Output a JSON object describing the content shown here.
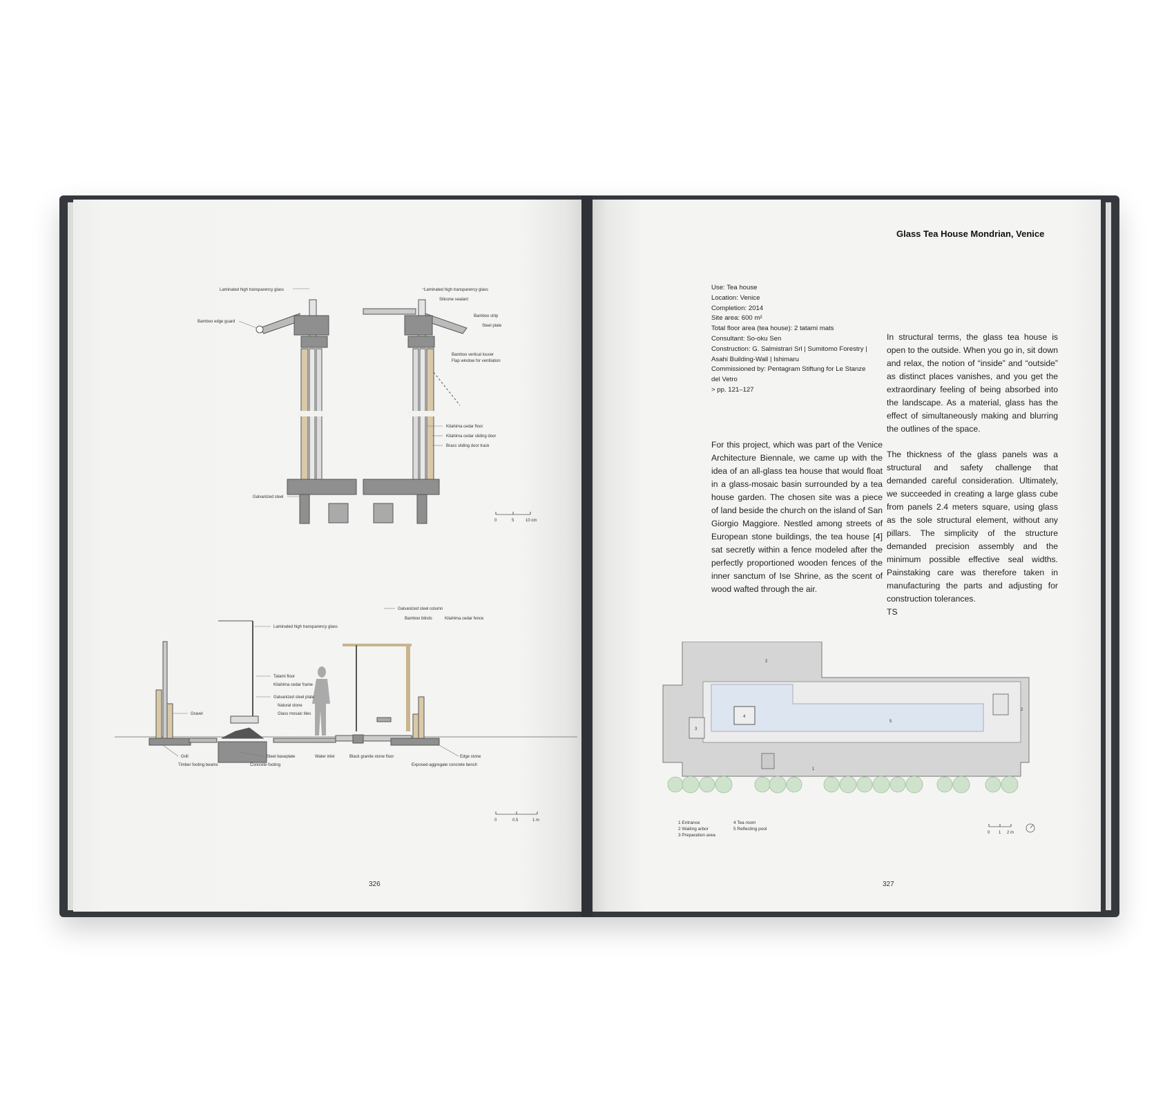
{
  "spread": {
    "left_page_number": "326",
    "right_page_number": "327",
    "header": "Glass Tea House Mondrian, Venice"
  },
  "detail_section": {
    "labels_left": [
      "Laminated high transparency glass",
      "Bamboo edge guard",
      "Galvanized steel"
    ],
    "labels_right": [
      "Laminated high transparency glass",
      "Silicone sealant",
      "Bamboo strip",
      "Steel plate",
      "Bamboo vertical louver",
      "Flap window for ventilation",
      "Kitahima cedar floor",
      "Kitahima cedar sliding door",
      "Brass sliding door track"
    ],
    "scale": [
      "0",
      "5",
      "10 cm"
    ]
  },
  "site_section": {
    "labels_top": [
      "Laminated high transparency glass",
      "Galvanized steel column",
      "Bamboo blinds",
      "Kitahima cedar fence"
    ],
    "labels_mid": [
      "Tatami floor",
      "Kitahima cedar frame",
      "Galvanized steel plate",
      "Natural stone",
      "Glass mosaic tiles",
      "Gravel"
    ],
    "labels_bottom": [
      "Grill",
      "Timber footing beams",
      "Steel baseplate",
      "Concrete footing",
      "Water inlet",
      "Black granite stone floor",
      "Edge stone",
      "Exposed-aggregate concrete bench"
    ],
    "scale": [
      "0",
      "0.5",
      "1 m"
    ]
  },
  "project_info": [
    "Use: Tea house",
    "Location: Venice",
    "Completion: 2014",
    "Site area: 600 m²",
    "Total floor area (tea house): 2 tatami mats",
    "Consultant: So-oku Sen",
    "Construction: G. Salmistrari Srl | Sumitomo Forestry |",
    "Asahi Building-Wall | Ishimaru",
    "Commissioned by: Pentagram Stiftung for Le Stanze",
    "del Vetro",
    "> pp. 121–127"
  ],
  "text_col1": "For this project, which was part of the Venice Architecture Biennale, we came up with the idea of an all-glass tea house that would float in a glass-mosaic basin surrounded by a tea house garden. The chosen site was a piece of land beside the church on the island of San Giorgio Maggiore. Nestled among streets of European stone buildings, the tea house [4] sat secretly within a fence modeled after the perfectly proportioned wooden fences of the inner sanctum of Ise Shrine, as the scent of wood wafted through the air.",
  "text_col2_p1": "In structural terms, the glass tea house is open to the outside. When you go in, sit down and relax, the notion of “inside” and “outside” as distinct places vanishes, and you get the extraordinary feeling of being absorbed into the landscape. As a material, glass has the effect of simultaneously making and blurring the outlines of the space.",
  "text_col2_p2": "The thickness of the glass panels was a structural and safety challenge that demanded careful consideration. Ultimately, we succeeded in creating a large glass cube from panels 2.4 meters square, using glass as the sole structural element, without any pillars. The simplicity of the structure demanded precision assembly and the minimum possible effective seal widths. Painstaking care was therefore taken in manufacturing the parts and adjusting for construction tolerances.",
  "text_col2_sign": "TS",
  "plan": {
    "room_numbers": [
      "1",
      "2",
      "3",
      "4",
      "5",
      "2"
    ],
    "legend_col1": [
      "1  Entrance",
      "2  Waiting arbor",
      "3  Preparation area"
    ],
    "legend_col2": [
      "4  Tea room",
      "5  Reflecting pool"
    ],
    "scale": [
      "0",
      "1",
      "2 m"
    ],
    "north_icon": "north-arrow-icon"
  },
  "colors": {
    "cover": "#35383c",
    "paper": "#f2f2f1",
    "wood": "#d9c9a8",
    "water": "#dde6f0",
    "tree": "#cfe3cc"
  }
}
